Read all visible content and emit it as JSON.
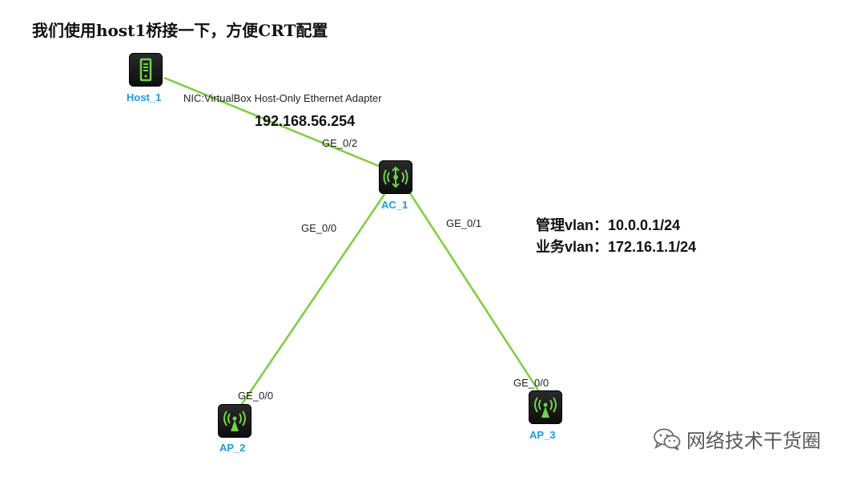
{
  "title": "我们使用host1桥接一下，方便CRT配置",
  "devices": {
    "host": {
      "label": "Host_1",
      "icon": "server-icon"
    },
    "ac": {
      "label": "AC_1",
      "icon": "wireless-controller-icon"
    },
    "ap2": {
      "label": "AP_2",
      "icon": "access-point-icon"
    },
    "ap3": {
      "label": "AP_3",
      "icon": "access-point-icon"
    }
  },
  "host_nic": "NIC:VirtualBox Host-Only Ethernet Adapter",
  "host_ip": "192.168.56.254",
  "ports": {
    "ac_ge02": "GE_0/2",
    "ac_ge00": "GE_0/0",
    "ac_ge01": "GE_0/1",
    "ap2_ge00": "GE_0/0",
    "ap3_ge00": "GE_0/0"
  },
  "vlan": {
    "mgmt": "管理vlan：10.0.0.1/24",
    "service": "业务vlan：172.16.1.1/24"
  },
  "watermark": {
    "text": "网络技术干货圈",
    "icon": "wechat-icon"
  },
  "colors": {
    "link": "#7ccf3a",
    "device_label": "#1e9be0",
    "icon_green": "#6fd34a"
  }
}
